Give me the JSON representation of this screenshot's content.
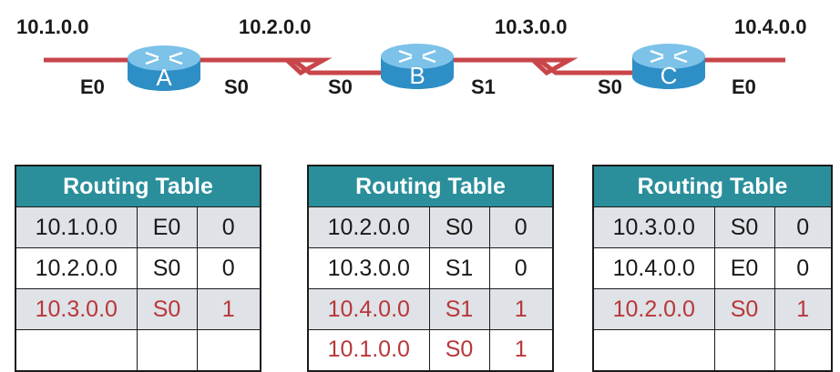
{
  "networks": [
    "10.1.0.0",
    "10.2.0.0",
    "10.3.0.0",
    "10.4.0.0"
  ],
  "routers": [
    {
      "name": "A",
      "left_if": "E0",
      "right_if": "S0"
    },
    {
      "name": "B",
      "left_if": "S0",
      "right_if": "S1"
    },
    {
      "name": "C",
      "left_if": "S0",
      "right_if": "E0"
    }
  ],
  "colors": {
    "link": "#c8454a",
    "router_body": "#2d8fc6",
    "router_top": "#7cc2e9",
    "table_header": "#2a8f9b",
    "learned_route": "#b8373a",
    "row_shade": "#dfe2e6"
  },
  "tables": [
    {
      "title": "Routing Table",
      "rows": [
        {
          "network": "10.1.0.0",
          "interface": "E0",
          "hops": "0",
          "learned": false
        },
        {
          "network": "10.2.0.0",
          "interface": "S0",
          "hops": "0",
          "learned": false
        },
        {
          "network": "10.3.0.0",
          "interface": "S0",
          "hops": "1",
          "learned": true
        },
        {
          "network": "",
          "interface": "",
          "hops": "",
          "learned": false
        }
      ]
    },
    {
      "title": "Routing Table",
      "rows": [
        {
          "network": "10.2.0.0",
          "interface": "S0",
          "hops": "0",
          "learned": false
        },
        {
          "network": "10.3.0.0",
          "interface": "S1",
          "hops": "0",
          "learned": false
        },
        {
          "network": "10.4.0.0",
          "interface": "S1",
          "hops": "1",
          "learned": true
        },
        {
          "network": "10.1.0.0",
          "interface": "S0",
          "hops": "1",
          "learned": true
        }
      ]
    },
    {
      "title": "Routing Table",
      "rows": [
        {
          "network": "10.3.0.0",
          "interface": "S0",
          "hops": "0",
          "learned": false
        },
        {
          "network": "10.4.0.0",
          "interface": "E0",
          "hops": "0",
          "learned": false
        },
        {
          "network": "10.2.0.0",
          "interface": "S0",
          "hops": "1",
          "learned": true
        },
        {
          "network": "",
          "interface": "",
          "hops": "",
          "learned": false
        }
      ]
    }
  ]
}
